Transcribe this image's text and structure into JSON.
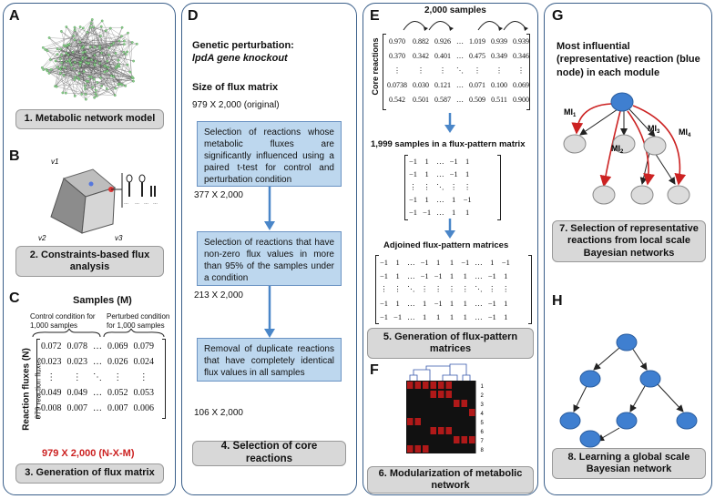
{
  "panels": {
    "A": {
      "letter": "A",
      "caption": "1. Metabolic network model"
    },
    "B": {
      "letter": "B",
      "caption": "2. Constraints-based flux analysis",
      "axes": [
        "v1",
        "v2",
        "v3"
      ],
      "pattern": [
        "…",
        "…",
        "…",
        "…"
      ]
    },
    "C": {
      "letter": "C",
      "samples_label": "Samples (M)",
      "control_label": "Control condition for 1,000 samples",
      "perturbed_label": "Perturbed condition for 1,000 samples",
      "row_label": "Reaction fluxes (N)",
      "row_sub": "979 reaction fluxes",
      "matrix": [
        [
          "0.072",
          "0.078",
          "…",
          "0.069",
          "0.079"
        ],
        [
          "0.023",
          "0.023",
          "…",
          "0.026",
          "0.024"
        ],
        [
          "⋮",
          "⋮",
          "⋱",
          "⋮",
          "⋮"
        ],
        [
          "0.049",
          "0.049",
          "…",
          "0.052",
          "0.053"
        ],
        [
          "0.008",
          "0.007",
          "…",
          "0.007",
          "0.006"
        ]
      ],
      "size": "979 X 2,000 (N-X-M)",
      "caption": "3. Generation of flux matrix"
    },
    "D": {
      "letter": "D",
      "heading1": "Genetic perturbation:",
      "heading2": "lpdA gene knockout",
      "size_title": "Size of flux matrix",
      "size0": "979 X 2,000 (original)",
      "step1": "Selection of reactions whose metabolic fluxes are significantly influenced using a paired t-test for control and perturbation condition",
      "size1": "377 X 2,000",
      "step2": "Selection of reactions that have non-zero flux values in more than 95% of the samples under a condition",
      "size2": "213 X 2,000",
      "step3": "Removal of duplicate reactions that have completely identical flux values in all samples",
      "size3": "106 X 2,000",
      "caption": "4. Selection of core reactions"
    },
    "E": {
      "letter": "E",
      "samples_title": "2,000 samples",
      "row_label": "Core reactions",
      "matrix": [
        [
          "0.970",
          "0.882",
          "0.926",
          "…",
          "1.019",
          "0.939",
          "0.939"
        ],
        [
          "0.370",
          "0.342",
          "0.401",
          "…",
          "0.475",
          "0.349",
          "0.346"
        ],
        [
          "⋮",
          "⋮",
          "⋮",
          "⋱",
          "⋮",
          "⋮",
          "⋮"
        ],
        [
          "0.0738",
          "0.030",
          "0.121",
          "…",
          "0.071",
          "0.100",
          "0.069"
        ],
        [
          "0.542",
          "0.501",
          "0.587",
          "…",
          "0.509",
          "0.511",
          "0.900"
        ]
      ],
      "pattern_title": "1,999 samples in a flux-pattern matrix",
      "pattern": [
        [
          "−1",
          "1",
          "…",
          "−1",
          "1"
        ],
        [
          "−1",
          "1",
          "…",
          "−1",
          "1"
        ],
        [
          "⋮",
          "⋮",
          "⋱",
          "⋮",
          "⋮"
        ],
        [
          "−1",
          "1",
          "…",
          "1",
          "−1"
        ],
        [
          "−1",
          "−1",
          "…",
          "1",
          "1"
        ]
      ],
      "adjoined_title": "Adjoined flux-pattern matrices",
      "adjoined": [
        [
          "−1",
          "1",
          "…",
          "−1",
          "1",
          "1",
          "−1",
          "…",
          "1",
          "−1"
        ],
        [
          "−1",
          "1",
          "…",
          "−1",
          "−1",
          "1",
          "1",
          "…",
          "−1",
          "1"
        ],
        [
          "⋮",
          "⋮",
          "⋱",
          "⋮",
          "⋮",
          "⋮",
          "⋮",
          "⋱",
          "⋮",
          "⋮"
        ],
        [
          "−1",
          "1",
          "…",
          "1",
          "−1",
          "1",
          "1",
          "…",
          "−1",
          "1"
        ],
        [
          "−1",
          "−1",
          "…",
          "1",
          "1",
          "1",
          "1",
          "…",
          "−1",
          "1"
        ]
      ],
      "caption": "5. Generation of flux-pattern matrices"
    },
    "F": {
      "letter": "F",
      "row_numbers": [
        "1",
        "2",
        "3",
        "4",
        "5",
        "6",
        "7",
        "8"
      ],
      "caption": "6. Modularization of metabolic network"
    },
    "G": {
      "letter": "G",
      "heading": "Most influential (representative) reaction (blue node) in each module",
      "mi": [
        "MI",
        "MI",
        "MI",
        "MI"
      ],
      "mi_sub": [
        "1",
        "2",
        "3",
        "4"
      ],
      "caption": "7. Selection of representative reactions from local scale Bayesian networks"
    },
    "H": {
      "letter": "H",
      "caption": "8. Learning a global scale Bayesian network"
    }
  },
  "colors": {
    "border": "#3a5f8a",
    "step_fill": "#bdd7ee",
    "arrow": "#4a86c8",
    "red": "#cc2222",
    "node_blue": "#3f7fd0",
    "node_grey": "#dcdcdc"
  }
}
